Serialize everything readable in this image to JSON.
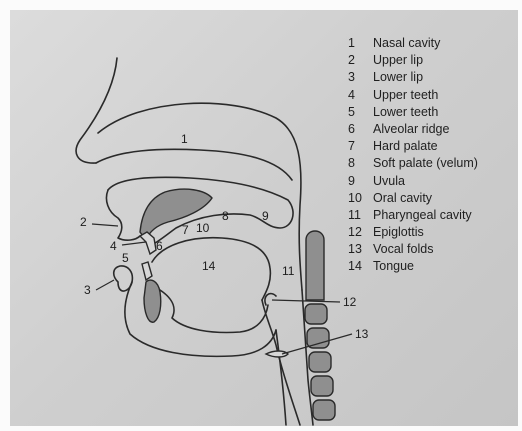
{
  "legend": [
    {
      "number": "1",
      "label": "Nasal cavity"
    },
    {
      "number": "2",
      "label": "Upper lip"
    },
    {
      "number": "3",
      "label": "Lower lip"
    },
    {
      "number": "4",
      "label": "Upper teeth"
    },
    {
      "number": "5",
      "label": "Lower teeth"
    },
    {
      "number": "6",
      "label": "Alveolar ridge"
    },
    {
      "number": "7",
      "label": "Hard palate"
    },
    {
      "number": "8",
      "label": "Soft palate (velum)"
    },
    {
      "number": "9",
      "label": "Uvula"
    },
    {
      "number": "10",
      "label": "Oral cavity"
    },
    {
      "number": "11",
      "label": "Pharyngeal cavity"
    },
    {
      "number": "12",
      "label": "Epiglottis"
    },
    {
      "number": "13",
      "label": "Vocal folds"
    },
    {
      "number": "14",
      "label": "Tongue"
    }
  ],
  "diagram_numbers": {
    "n1": "1",
    "n2": "2",
    "n3": "3",
    "n4": "4",
    "n5": "5",
    "n6": "6",
    "n7": "7",
    "n8": "8",
    "n9": "9",
    "n10": "10",
    "n11": "11",
    "n12": "12",
    "n13": "13",
    "n14": "14"
  }
}
